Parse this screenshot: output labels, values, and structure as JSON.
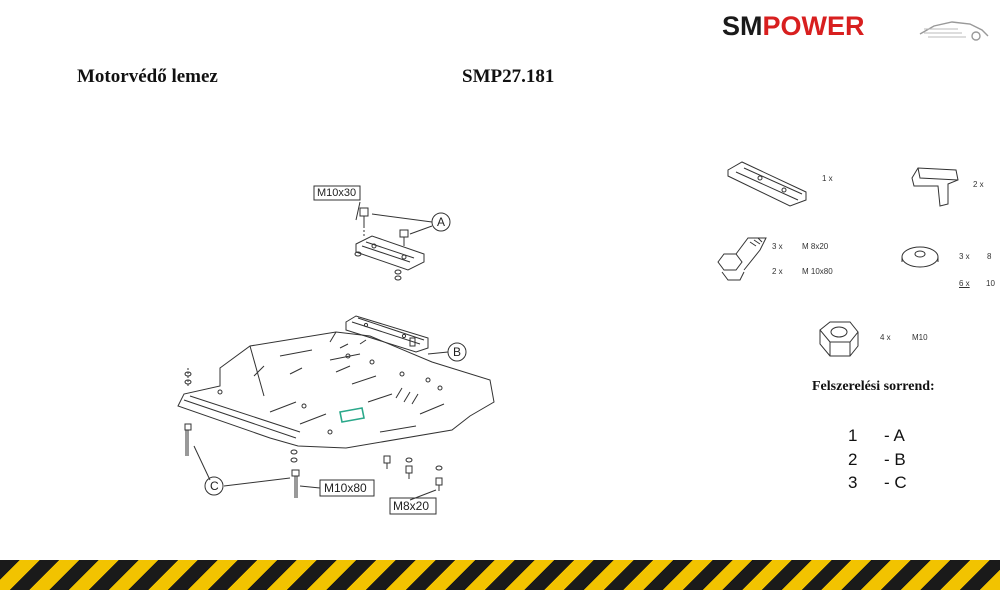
{
  "header": {
    "product_name": "Motorvédő lemez",
    "product_code": "SMP27.181"
  },
  "logo": {
    "brand_sm": "SM",
    "brand_power": "POWER",
    "colors": {
      "sm": "#1a1a1a",
      "power": "#d81f1f"
    }
  },
  "diagram": {
    "callouts": {
      "a": "A",
      "b": "B",
      "c": "C"
    },
    "bolt_labels": {
      "top": "M10x30",
      "bottom_right": "M10x80",
      "bottom": "M8x20"
    }
  },
  "parts": {
    "bracket_qty": "1 x",
    "tbracket_qty": "2 x",
    "bolt_qty_1": "3 x",
    "bolt_size_1": "M 8x20",
    "bolt_qty_2": "2 x",
    "bolt_size_2": "M 10x80",
    "washer_qty_1": "3 x",
    "washer_size_1": "8",
    "washer_qty_2": "6 x",
    "washer_size_2": "10",
    "nut_qty": "4 x",
    "nut_size": "M10"
  },
  "order": {
    "title": "Felszerelési sorrend:",
    "steps": [
      {
        "num": "1",
        "label": "- A"
      },
      {
        "num": "2",
        "label": "- B"
      },
      {
        "num": "3",
        "label": "- C"
      }
    ]
  },
  "footer": {
    "stripe_colors": [
      "#1a1a1a",
      "#f2c300"
    ]
  }
}
